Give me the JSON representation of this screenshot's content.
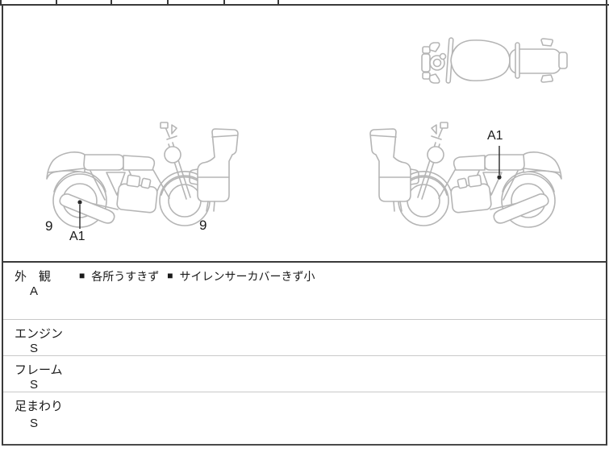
{
  "page": {
    "background": "#ffffff",
    "frame_border_color": "#3a3a3a",
    "row_divider_color": "#c9c9c9",
    "sketch_line_color": "#b5b5b5"
  },
  "header_row": {
    "cells": [
      "",
      "",
      "",
      "",
      "",
      ""
    ]
  },
  "diagram": {
    "left_bike": {
      "label_9_rear": "9",
      "label_a1": "A1",
      "label_9_front": "9"
    },
    "right_bike": {
      "label_a1": "A1"
    }
  },
  "inspection": {
    "rows": [
      {
        "name": "外　観",
        "grade": "A",
        "notes": [
          {
            "marker": "■",
            "text": "各所うすきず"
          },
          {
            "marker": "■",
            "text": "サイレンサーカバーきず小"
          }
        ]
      },
      {
        "name": "エンジン",
        "grade": "S",
        "notes": []
      },
      {
        "name": "フレーム",
        "grade": "S",
        "notes": []
      },
      {
        "name": "足まわり",
        "grade": "S",
        "notes": []
      }
    ]
  }
}
